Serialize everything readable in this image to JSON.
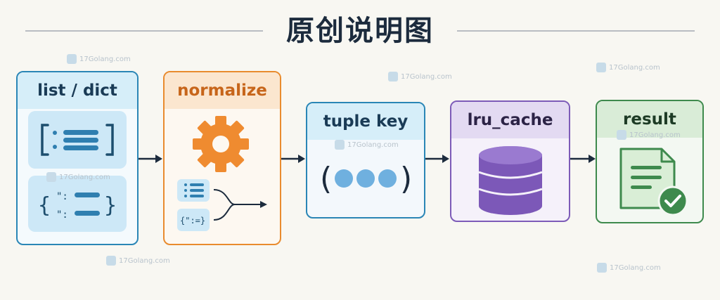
{
  "title": "原创说明图",
  "boxes": {
    "list_dict": "list / dict",
    "normalize": "normalize",
    "tuple_key": "tuple key",
    "lru_cache": "lru_cache",
    "result": "result"
  },
  "watermark": "17Golang.com",
  "icons": {
    "list_dict": [
      "list-bracket-icon",
      "dict-brace-icon"
    ],
    "normalize": [
      "gear-icon",
      "mini-list-icon",
      "mini-dict-icon",
      "merge-arrow-icon"
    ],
    "tuple_key": [
      "tuple-dots-icon"
    ],
    "lru_cache": [
      "database-icon"
    ],
    "result": [
      "document-check-icon"
    ]
  },
  "colors": {
    "blue": "#2a86b6",
    "orange": "#e98b2e",
    "purple": "#7d5bb8",
    "green": "#3e8a4d",
    "arrow": "#1c2b3d"
  }
}
